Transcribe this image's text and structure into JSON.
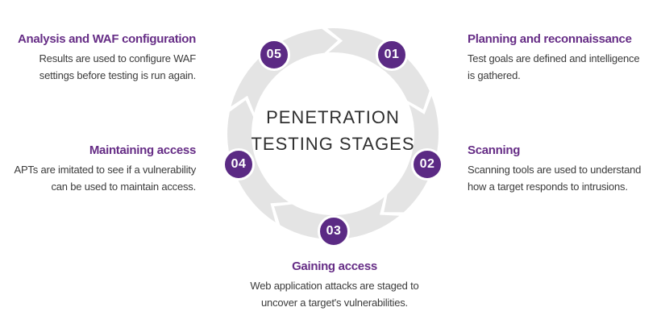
{
  "diagram": {
    "title_line1": "PENETRATION",
    "title_line2": "TESTING STAGES"
  },
  "colors": {
    "ring_gray": "#e4e4e4",
    "badge_purple": "#5b2a84",
    "heading_purple": "#662d86",
    "body_text": "#3b3b3b",
    "title_text": "#2f2f2f"
  },
  "stages": [
    {
      "number": "01",
      "heading": "Planning and reconnaissance",
      "body_lines": [
        "Test goals are defined and intelligence",
        "is gathered."
      ]
    },
    {
      "number": "02",
      "heading": "Scanning",
      "body_lines": [
        "Scanning tools are used to understand",
        "how a target responds to intrusions."
      ]
    },
    {
      "number": "03",
      "heading": "Gaining access",
      "body_lines": [
        "Web application attacks are staged to",
        "uncover a target's vulnerabilities."
      ]
    },
    {
      "number": "04",
      "heading": "Maintaining access",
      "body_lines": [
        "APTs are imitated to see if a vulnerability",
        "can be used to maintain access."
      ]
    },
    {
      "number": "05",
      "heading": "Analysis and WAF configuration",
      "body_lines": [
        "Results are used to configure WAF",
        "settings before testing is run again."
      ]
    }
  ]
}
